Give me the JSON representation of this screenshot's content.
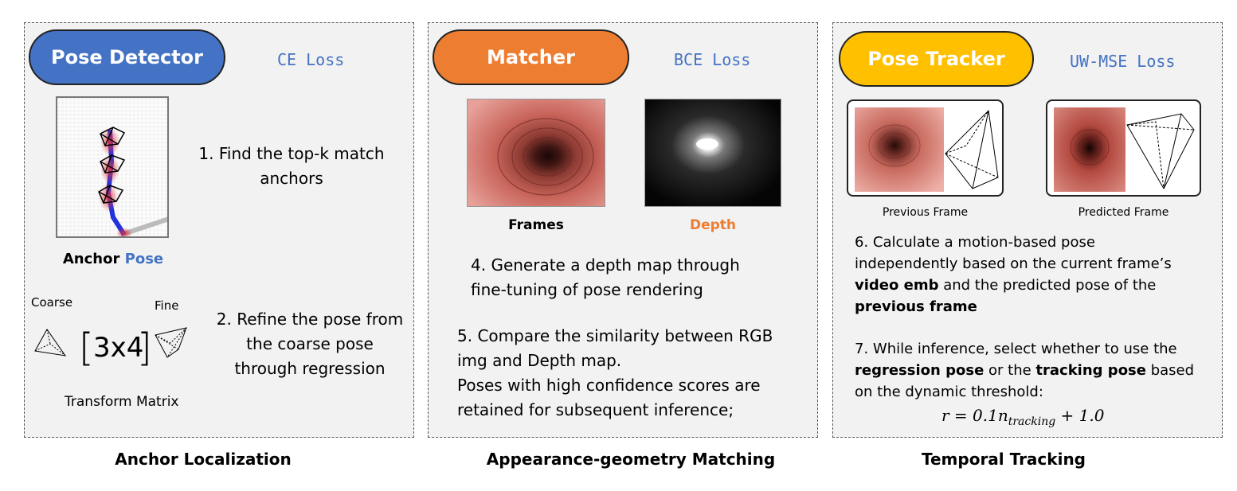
{
  "panels": {
    "anchor": {
      "badge": "Pose Detector",
      "loss": "CE Loss",
      "step1": "1. Find the top-k match anchors",
      "anchor_label": "Anchor",
      "anchor_label_pose": "Pose",
      "coarse": "Coarse",
      "fine": "Fine",
      "matrix": "3x4",
      "transform": "Transform Matrix",
      "step2": "2. Refine the pose from the coarse pose through regression",
      "caption": "Anchor Localization"
    },
    "matching": {
      "badge": "Matcher",
      "loss": "BCE Loss",
      "frames_label": "Frames",
      "depth_label": "Depth",
      "step4": "4. Generate a depth map through fine-tuning of pose rendering",
      "step5_line1": "5. Compare the similarity between RGB img and Depth map.",
      "step5_line2": "Poses with high confidence scores are retained for subsequent inference;",
      "caption": "Appearance-geometry Matching"
    },
    "tracking": {
      "badge": "Pose Tracker",
      "loss": "UW-MSE Loss",
      "prev_frame": "Previous Frame",
      "pred_frame": "Predicted Frame",
      "step6_a": "6. Calculate a motion-based pose independently based on the current frame’s ",
      "step6_b": "video emb",
      "step6_c": " and the predicted pose of the ",
      "step6_d": "previous frame",
      "step7_a": "7. While inference, select whether to use the ",
      "step7_b": "regression pose",
      "step7_c": " or the ",
      "step7_d": "tracking pose",
      "step7_e": " based on the dynamic threshold:",
      "formula_lhs": "r = 0.1n",
      "formula_sub": "tracking",
      "formula_rhs": " + 1.0",
      "caption": "Temporal Tracking"
    }
  },
  "colors": {
    "pose_detector": "#4472c4",
    "matcher": "#ed7d31",
    "pose_tracker": "#ffc000",
    "loss_text": "#4472c4",
    "panel_bg": "#f2f2f2"
  },
  "icons": [
    "pose-frustum-icon",
    "anchor-trajectory-image",
    "endoscopy-frame-image",
    "depth-map-image"
  ]
}
